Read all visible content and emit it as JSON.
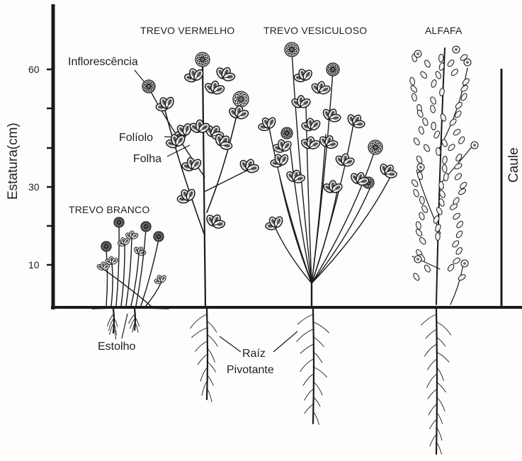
{
  "y_axis": {
    "title": "Estatura(cm)",
    "ticks": [
      {
        "value": 10,
        "label": "10"
      },
      {
        "value": 30,
        "label": "30"
      },
      {
        "value": 60,
        "label": "60"
      }
    ],
    "minor_ticks": [
      20,
      40,
      50
    ]
  },
  "plants": {
    "trevo_branco": "TREVO BRANCO",
    "trevo_vermelho": "TREVO VERMELHO",
    "trevo_vesiculoso": "TREVO VESICULOSO",
    "alfafa": "ALFAFA"
  },
  "annotations": {
    "inflorescencia": "Inflorescência",
    "foliolo": "Folíolo",
    "folha": "Folha",
    "estolho": "Estolho",
    "raiz": "Raíz",
    "pivotante": "Pivotante",
    "caule": "Caule"
  },
  "colors": {
    "ink": "#1a1a1a",
    "paper": "#fdfdfc"
  }
}
